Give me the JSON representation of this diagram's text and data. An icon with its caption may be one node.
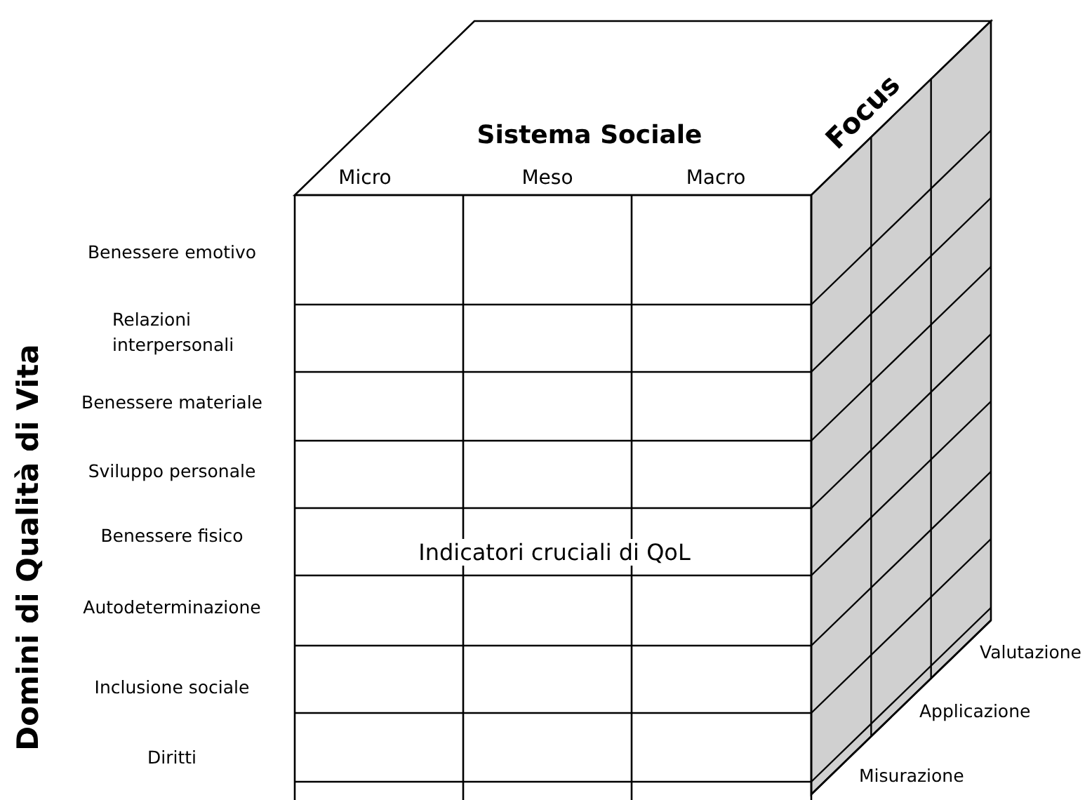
{
  "diagram": {
    "labels": [
      "Focus",
      "Sistema Sociale",
      "Micro",
      "Meso",
      "Macro",
      "Domini di Qualità di Vita",
      "Benessere emotivo",
      "Relazioni interpersonali",
      "Benessere materiale",
      "Sviluppo personale",
      "Benessere fisico",
      "Indicatori cruciali di QoL",
      "Autodeterminazione",
      "Inclusione sociale",
      "Diritti",
      "Valutazione",
      "Applicazione",
      "Misurazione"
    ]
  }
}
